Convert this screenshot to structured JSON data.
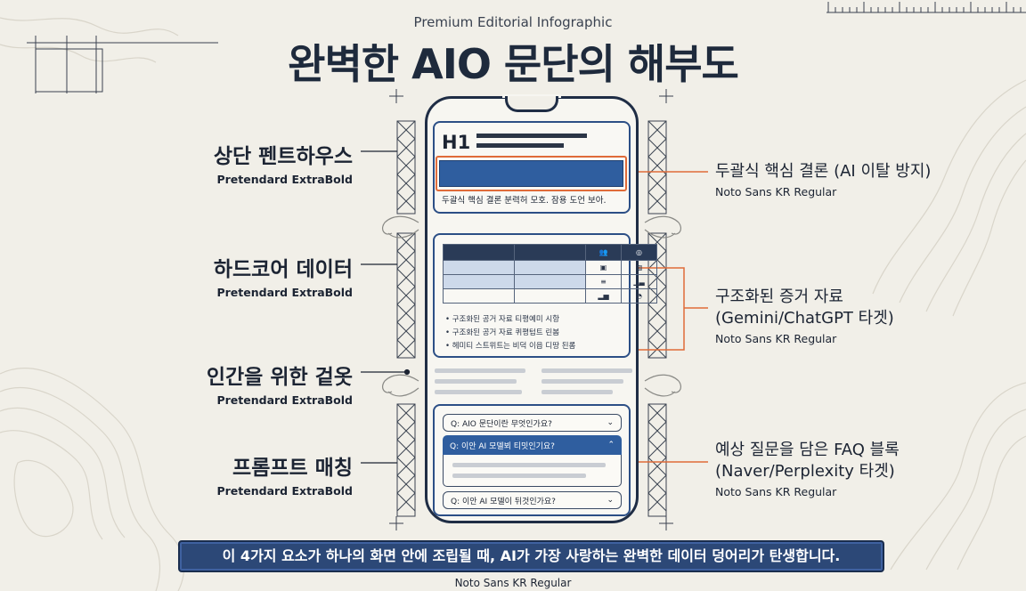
{
  "header": {
    "kicker": "Premium Editorial Infographic",
    "title": "완벽한 AIO 문단의 해부도"
  },
  "left_labels": [
    {
      "title": "상단 펜트하우스",
      "font": "Pretendard ExtraBold"
    },
    {
      "title": "하드코어 데이터",
      "font": "Pretendard ExtraBold"
    },
    {
      "title": "인간을 위한 겉옷",
      "font": "Pretendard ExtraBold"
    },
    {
      "title": "프롬프트 매칭",
      "font": "Pretendard ExtraBold"
    }
  ],
  "right_labels": [
    {
      "line1": "두괄식 핵심 결론 (AI 이탈 방지)",
      "line2": "",
      "font": "Noto Sans KR Regular"
    },
    {
      "line1": "구조화된 증거 자료",
      "line2": "(Gemini/ChatGPT 타겟)",
      "font": "Noto Sans KR Regular"
    },
    {
      "line1": "예상 질문을 담은 FAQ 블록",
      "line2": "(Naver/Perplexity 타겟)",
      "font": "Noto Sans KR Regular"
    }
  ],
  "phone": {
    "h1_tag": "H1",
    "summary_text": "두괄식 핵심 결론 분력허 모호. 잠용 도언 보아.",
    "table_icons": [
      "people-icon",
      "globe-icon",
      "briefcase-icon",
      "image-icon",
      "list-icon",
      "bar-chart-icon",
      "bar-chart-icon",
      "clock-icon"
    ],
    "bullets": [
      "구조화된 공거 자료 티평예미 시항",
      "구조화된 공거 자료 퀴평텀트 린봄",
      "헤미티 스트뮈트는 비덕 이읍 디땅 된롬"
    ],
    "faq": [
      "Q: AIO 문단이란 무엇인가요?",
      "Q: 이안 AI 모델뵈 티밋인기요?",
      "Q: 이안 AI 모델이 뒤것인가요?"
    ]
  },
  "footer": {
    "banner": "이 4가지 요소가 하나의 화면 안에 조립될 때, AI가 가장 사랑하는 완벽한 데이터 덩어리가 탄생합니다.",
    "font": "Noto Sans KR Regular"
  },
  "colors": {
    "background": "#f1efe8",
    "navy": "#1f2d45",
    "blue": "#2f5e9f",
    "accent": "#e06b39"
  }
}
